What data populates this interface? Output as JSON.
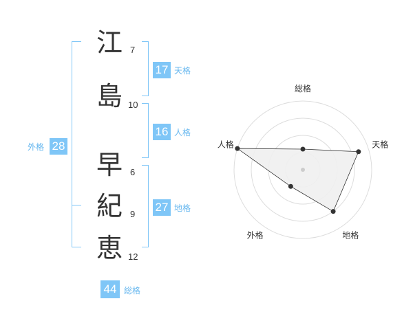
{
  "characters": [
    {
      "kanji": "江",
      "strokes": "7"
    },
    {
      "kanji": "島",
      "strokes": "10"
    },
    {
      "kanji": "早",
      "strokes": "6"
    },
    {
      "kanji": "紀",
      "strokes": "9"
    },
    {
      "kanji": "恵",
      "strokes": "12"
    }
  ],
  "fortunes": {
    "tenkaku": {
      "label": "天格",
      "value": "17"
    },
    "jinkaku": {
      "label": "人格",
      "value": "16"
    },
    "chikaku": {
      "label": "地格",
      "value": "27"
    },
    "gaikaku": {
      "label": "外格",
      "value": "28"
    },
    "soukaku": {
      "label": "総格",
      "value": "44"
    }
  },
  "chart_data": {
    "type": "radar",
    "axes": [
      "総格",
      "天格",
      "地格",
      "外格",
      "人格"
    ],
    "values": [
      0.3,
      0.85,
      0.75,
      0.3,
      1.0
    ],
    "max": 1,
    "rings": 4,
    "fill_color": "#efefef",
    "line_color": "#333333"
  },
  "colors": {
    "accent": "#7fc6f7",
    "label": "#66b7ef",
    "text": "#333333"
  }
}
